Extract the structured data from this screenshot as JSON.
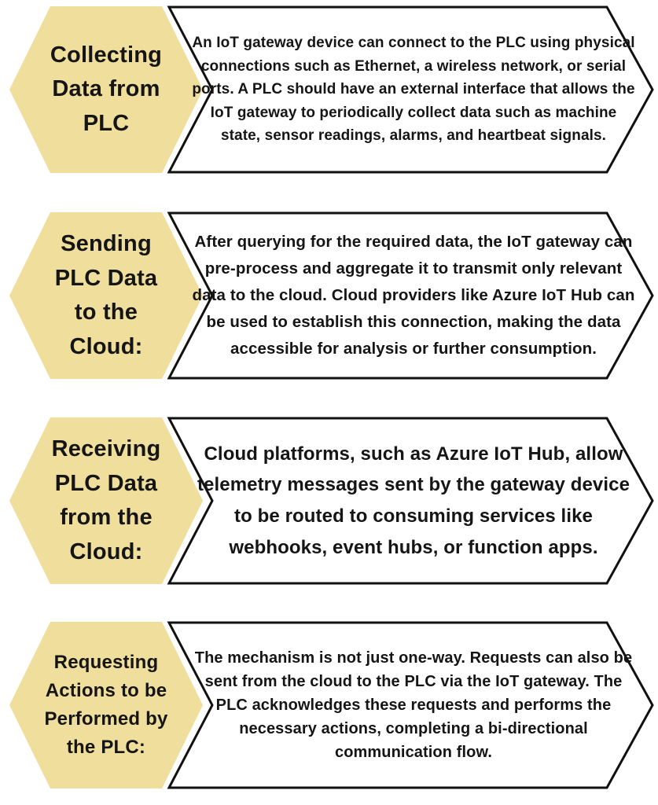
{
  "colors": {
    "hexagon_fill": "#efde9c",
    "banner_fill": "#ffffff",
    "outline": "#111111",
    "text": "#151515",
    "background": "#ffffff"
  },
  "rows": [
    {
      "title": "Collecting\nData from\nPLC",
      "description": "An IoT gateway device can connect to the PLC using physical connections such as Ethernet, a wireless network, or serial ports. A PLC should have an external interface that allows the IoT gateway to periodically collect data such as machine state, sensor readings, alarms, and heartbeat signals."
    },
    {
      "title": "Sending\nPLC Data\nto the\nCloud:",
      "description": "After querying for the required data, the IoT gateway can pre-process and aggregate it to transmit only relevant data to the cloud. Cloud providers like Azure IoT Hub can be used to establish this connection, making the data accessible for analysis or further consumption."
    },
    {
      "title": "Receiving\nPLC Data\nfrom the\nCloud:",
      "description": "Cloud platforms, such as Azure IoT Hub, allow telemetry messages sent by the gateway device to be routed to consuming services like webhooks, event hubs, or function apps."
    },
    {
      "title": "Requesting\nActions to be\nPerformed by\nthe PLC:",
      "description": "The mechanism is not just one-way. Requests can also be sent from the cloud to the PLC via the IoT gateway. The PLC acknowledges these requests and performs the necessary actions, completing a bi-directional communication flow."
    }
  ]
}
